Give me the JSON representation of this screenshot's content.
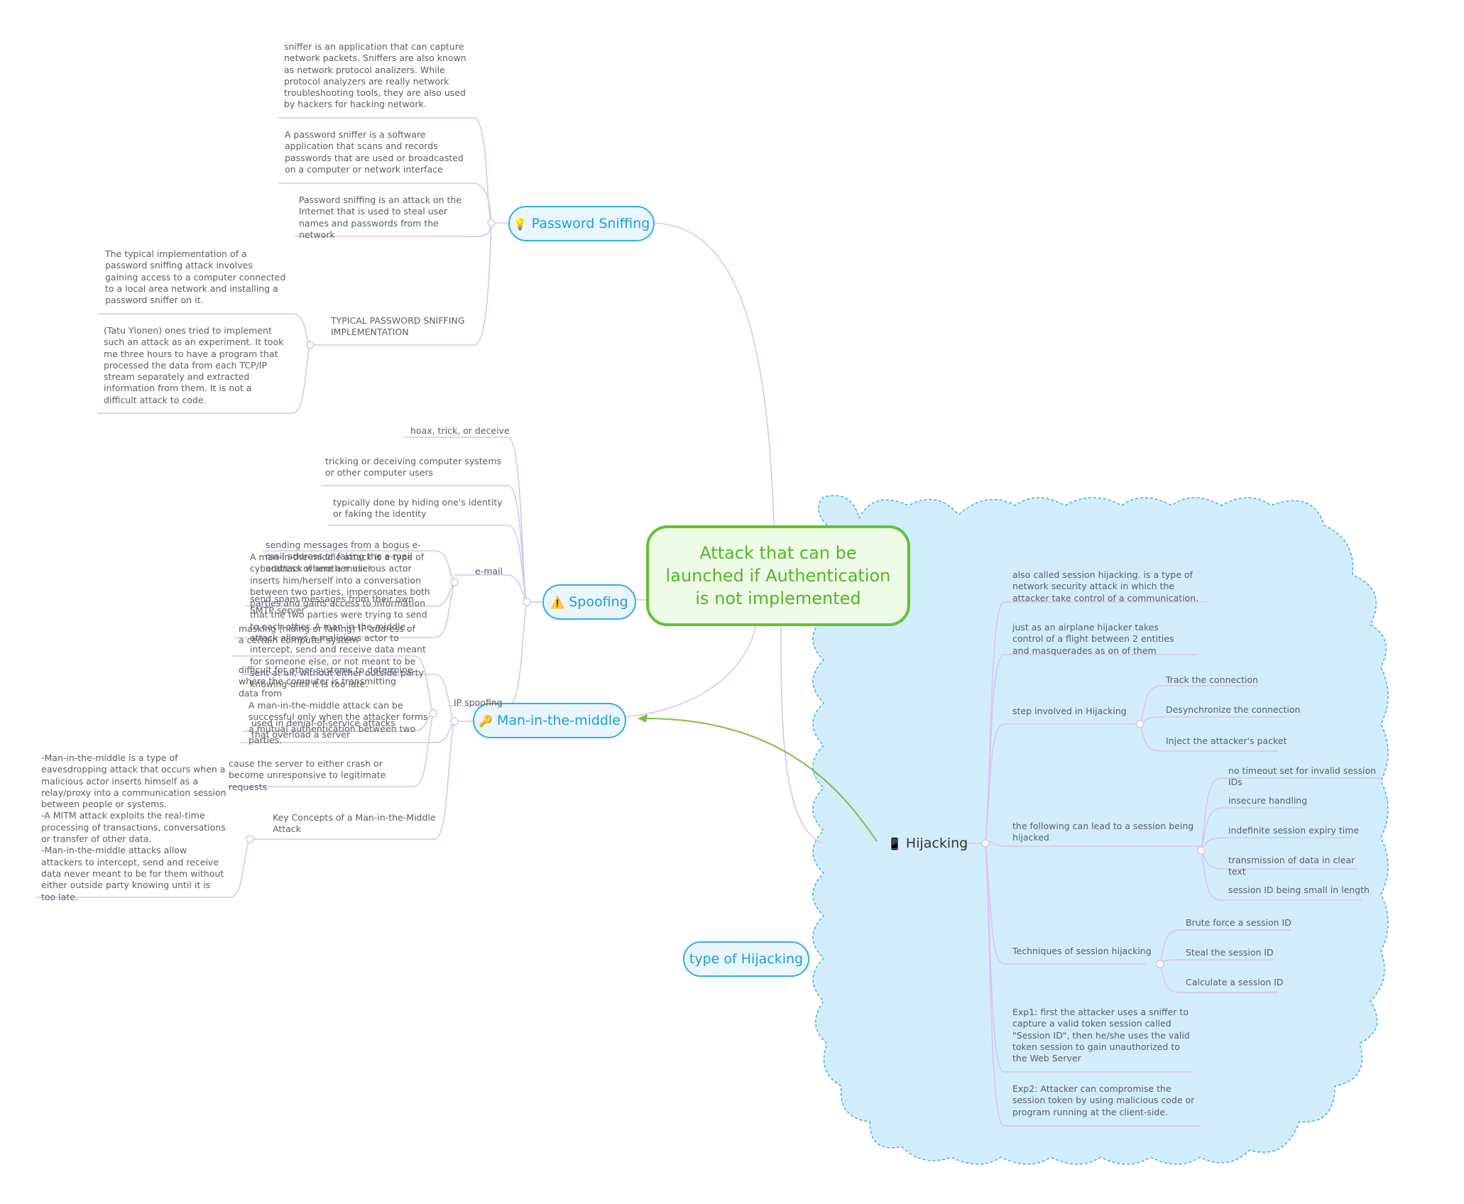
{
  "root": {
    "label": "Attack that can be launched if Authentication is not implemented"
  },
  "password_sniffing": {
    "label": "Password Sniffing",
    "icon": "lightbulb-icon",
    "items": [
      "sniffer is an application that can capture network packets. Sniffers are also known as network protocol analizers. While protocol analyzers are really network troubleshooting tools, they are also used by hackers for hacking network.",
      "A password sniffer is a software application that scans and records passwords that are used or broadcasted on a computer or network interface",
      "Password sniffing is an attack on the Internet that is used to steal user names and passwords from the network"
    ],
    "typical": {
      "label": "TYPICAL PASSWORD SNIFFING IMPLEMENTATION",
      "items": [
        "The typical implementation of a password sniffing attack involves gaining access to a computer connected to a local area network and installing a password sniffer on it.",
        "(Tatu Ylonen) ones tried to implement such an attack as an experiment. It took me three hours to have a program that processed the data from each TCP/IP stream separately and extracted information from them. It is not a difficult attack to code."
      ]
    }
  },
  "spoofing": {
    "label": "Spoofing",
    "icon": "warning-icon",
    "items": [
      "hoax, trick, or deceive",
      "tricking or deceiving computer systems or other computer users",
      "typically done by hiding one's identity or faking the identity"
    ],
    "email": {
      "label": "e-mail",
      "items": [
        "sending messages from a bogus e-mail address or faking the e-mail address of another user",
        "send spam messages from their own SMTP server",
        "masking (hiding or faking) IP address of a certain computer system"
      ]
    },
    "ip": {
      "label": "IP spoofing",
      "items": [
        "difficult for other systems to determine where the computer is transmitting data from",
        "used in denial-of-service attacks that overload a server",
        "cause the server to either crash or become unresponsive to legitimate requests"
      ]
    }
  },
  "mitm": {
    "label": "Man-in-the-middle",
    "icon": "key-icon",
    "items": [
      "A man-in-the-middle attack is a type of cyberattack where a malicious actor inserts him/herself into a conversation between two parties, impersonates both parties and gains access to information that the two parties were trying to send to each other. A man-in-the-middle attack allows a malicious actor to intercept, send and receive data meant for someone else, or not meant to be sent at all, without either outside party knowing until it is too late.",
      "A man-in-the-middle attack can be successful only when the attacker forms a mutual authentication between two parties."
    ],
    "key": {
      "label": "Key Concepts of a Man-in-the-Middle Attack",
      "text": "-Man-in-the-middle is a type of eavesdropping attack that occurs when a malicious actor inserts himself as a relay/proxy into a communication session between people or systems.\n-A MITM attack exploits the real-time processing of transactions, conversations or transfer of other data.\n-Man-in-the-middle attacks allow attackers to intercept, send and receive data never meant to be for them without either outside party knowing until it is too late."
    }
  },
  "type_of_hijacking": {
    "label": "type of Hijacking"
  },
  "hijacking": {
    "label": "Hijacking",
    "icon": "phone-icon",
    "also": "also called session hijacking. is a type of network security attack in which the attacker take control of a communication.",
    "airplane": "just as an airplane hijacker takes control of a flight between 2 entities and masquerades as on of them",
    "steps": {
      "label": "step involved in Hijacking",
      "items": [
        "Track the connection",
        "Desynchronize the connection",
        "Inject the attacker's packet"
      ]
    },
    "causes": {
      "label": "the following can lead to a session being hijacked",
      "items": [
        "no timeout set for invalid session IDs",
        "insecure handling",
        "indefinite session expiry time",
        "transmission of data in clear text",
        "session ID being small in length"
      ]
    },
    "techniques": {
      "label": "Techniques of session hijacking",
      "items": [
        "Brute force a session ID",
        "Steal the session ID",
        "Calculate a session ID"
      ]
    },
    "exp1": "Exp1: first the attacker uses a sniffer to capture a valid token session called \"Session ID\", then he/she uses the valid token session to gain unauthorized to the Web Server",
    "exp2": "Exp2: Attacker can compromise the session token by using malicious code or program running at the client-side."
  },
  "colors": {
    "root_border": "#62c234",
    "topic_border": "#33aee6",
    "line": "#d9c4ee",
    "cloud_fill": "#d1edfc",
    "cloud_border": "#44aee6",
    "link_arrow": "#7cc242"
  }
}
